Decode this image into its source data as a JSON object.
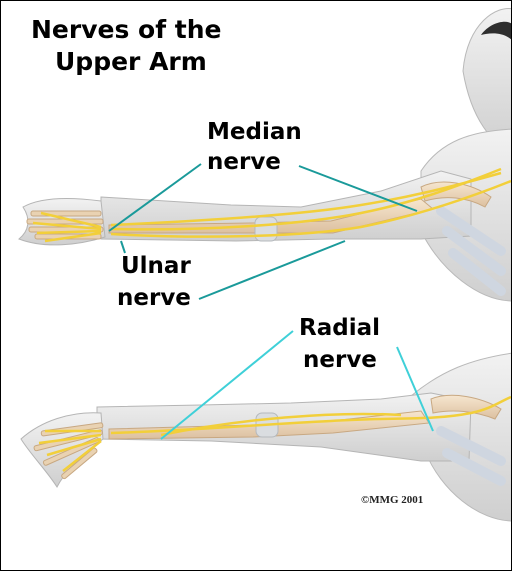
{
  "title": {
    "line1": "Nerves of the",
    "line2": "Upper Arm"
  },
  "labels": {
    "median": {
      "line1": "Median",
      "line2": "nerve"
    },
    "ulnar": {
      "line1": "Ulnar",
      "line2": "nerve"
    },
    "radial": {
      "line1": "Radial",
      "line2": "nerve"
    }
  },
  "copyright": "©MMG 2001",
  "colors": {
    "nerve": "#f2cf3a",
    "leader_line": "#1a9a9a",
    "leader_line_lower": "#3fd0d8",
    "skin": "#e4e4e4",
    "bone": "#f1dcc2"
  }
}
